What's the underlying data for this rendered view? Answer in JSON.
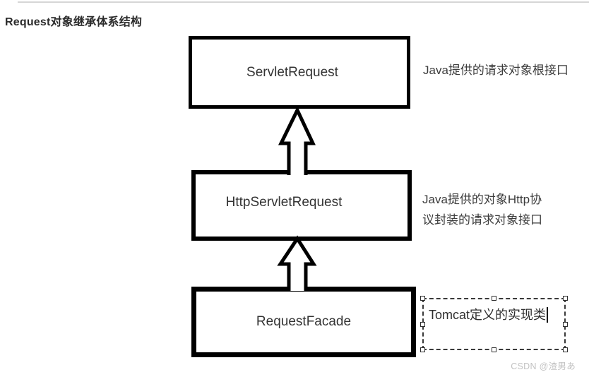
{
  "page": {
    "title": "Request对象继承体系结构",
    "watermark": "CSDN @渣男あ"
  },
  "diagram": {
    "type": "inheritance-hierarchy",
    "direction": "upward hollow arrows from child to parent",
    "nodes": [
      {
        "id": "servlet-request",
        "label": "ServletRequest",
        "annotation": "Java提供的请求对象根接口"
      },
      {
        "id": "http-servlet-request",
        "label": "HttpServletRequest",
        "annotation_line1": "Java提供的对象Http协",
        "annotation_line2": "议封装的请求对象接口"
      },
      {
        "id": "request-facade",
        "label": "RequestFacade",
        "annotation": "Tomcat定义的实现类"
      }
    ],
    "edges": [
      {
        "from": "HttpServletRequest",
        "to": "ServletRequest"
      },
      {
        "from": "RequestFacade",
        "to": "HttpServletRequest"
      }
    ]
  },
  "colors": {
    "background": "#ffffff",
    "box_border": "#000000",
    "box_fill": "#ffffff",
    "label_text": "#333333",
    "annotation_text": "#3c3c3c",
    "selection_outline": "#3a3a3a",
    "watermark_text": "#c2c2c2",
    "top_rule": "#d6d6d6"
  }
}
